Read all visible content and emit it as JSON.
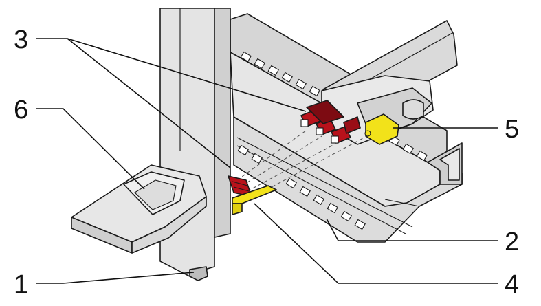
{
  "colors": {
    "background": "#ffffff",
    "housing": "#e3e3e3",
    "housing_shade": "#c9c9c9",
    "rail": "#d9d9d9",
    "rail_shade": "#bdbdbd",
    "contact_red": "#b8121b",
    "contact_dark": "#6d0a10",
    "marker_yellow": "#f2e21a",
    "line": "#111111"
  },
  "callouts": [
    {
      "id": "1",
      "text": "1"
    },
    {
      "id": "2",
      "text": "2"
    },
    {
      "id": "3",
      "text": "3"
    },
    {
      "id": "4",
      "text": "4"
    },
    {
      "id": "5",
      "text": "5"
    },
    {
      "id": "6",
      "text": "6"
    }
  ]
}
